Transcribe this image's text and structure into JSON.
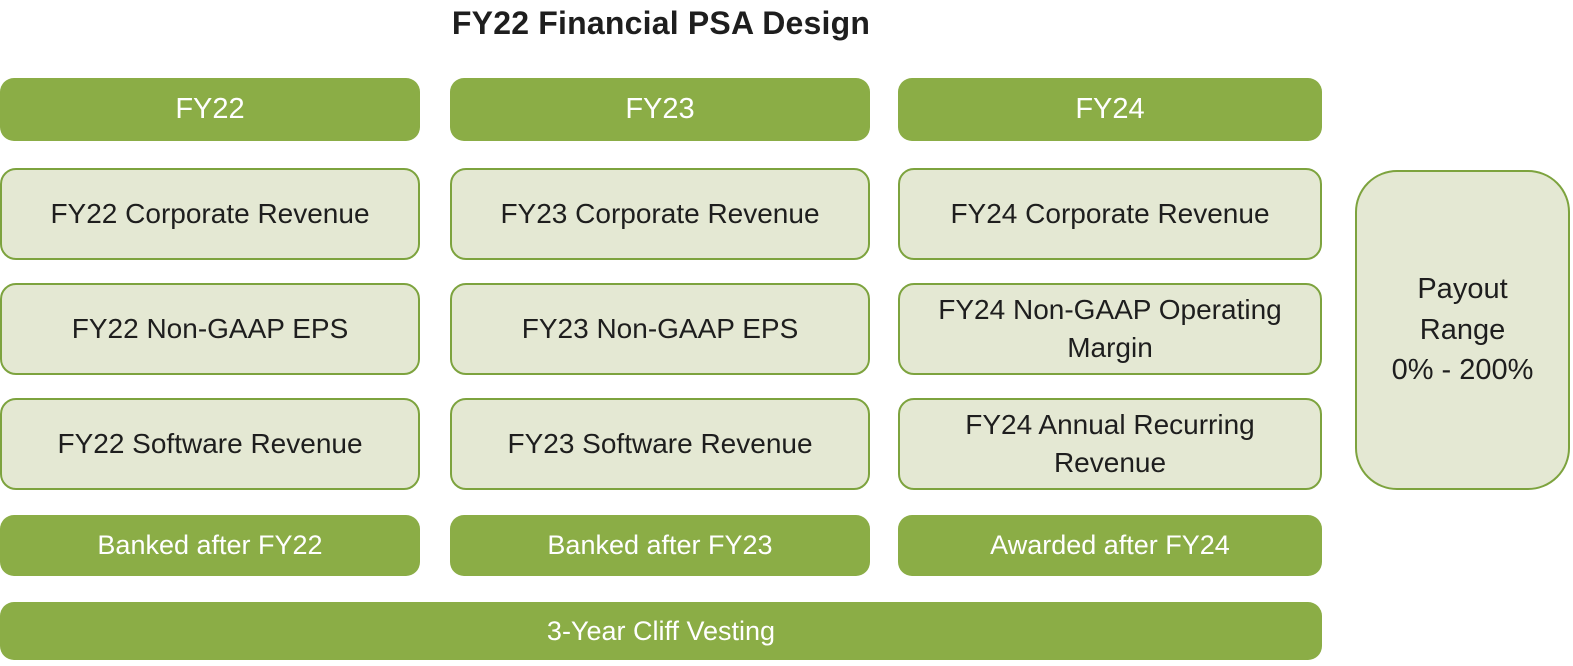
{
  "title": "FY22 Financial PSA Design",
  "colors": {
    "bar_green": "#8bad46",
    "box_fill": "#e4e8d3",
    "box_border": "#7da33e",
    "dark_text": "#1e1e1e",
    "white_text": "#ffffff"
  },
  "columns": [
    {
      "header": "FY22",
      "metrics": [
        "FY22 Corporate Revenue",
        "FY22 Non-GAAP EPS",
        "FY22 Software Revenue"
      ],
      "footer": "Banked after FY22"
    },
    {
      "header": "FY23",
      "metrics": [
        "FY23 Corporate Revenue",
        "FY23 Non-GAAP EPS",
        "FY23 Software Revenue"
      ],
      "footer": "Banked after FY23"
    },
    {
      "header": "FY24",
      "metrics": [
        "FY24 Corporate Revenue",
        "FY24 Non-GAAP Operating Margin",
        "FY24 Annual Recurring Revenue"
      ],
      "footer": "Awarded after FY24"
    }
  ],
  "payout_box": "Payout\nRange\n0% - 200%",
  "vesting_bar": "3-Year Cliff Vesting"
}
